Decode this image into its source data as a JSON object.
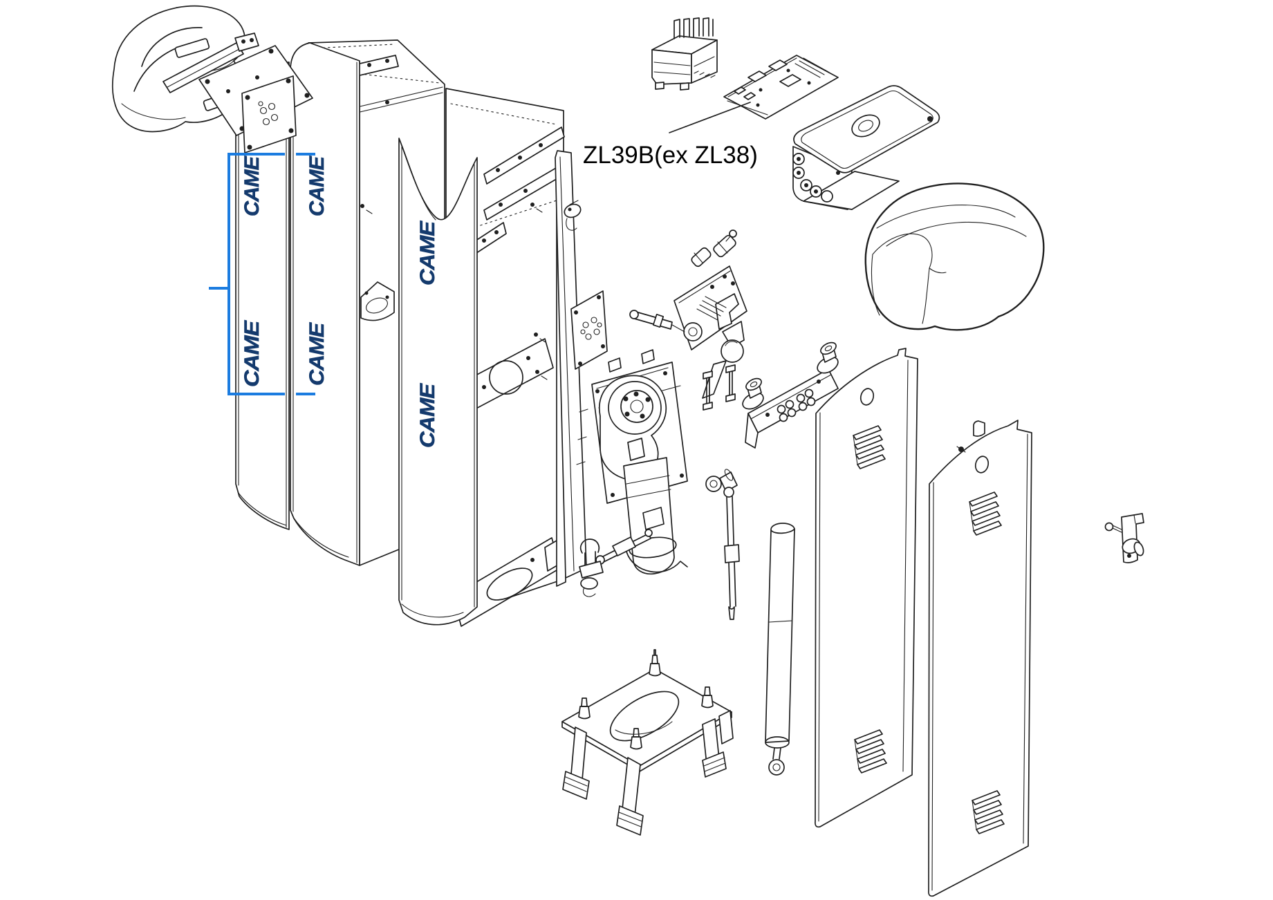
{
  "page": {
    "background": "#ffffff"
  },
  "diagram": {
    "label": "ZL39B(ex ZL38)",
    "brand": "CAME"
  },
  "colors": {
    "line": "#1f1f1f",
    "accent": "#1b7ce0",
    "logo": "#143a6d",
    "label": "#000000",
    "bg": "#ffffff"
  },
  "parts": [
    "top-cover-assembly",
    "top-bracket-plate",
    "flange-plate",
    "cabinet-post-left",
    "cabinet-post-middle",
    "cabinet-post-main",
    "inner-door-panel",
    "door-latch-small",
    "access-plate",
    "size-reference-bracket",
    "transformer",
    "control-board",
    "control-board-label",
    "control-box",
    "dome-cover",
    "lock-cylinder-parts",
    "release-plate",
    "release-rod",
    "ball-release-lever",
    "roller-crank-bar",
    "motor-gear-unit",
    "motor-clamp-parts",
    "tie-rod",
    "balance-spring",
    "foundation-base-plate",
    "front-door-panel",
    "rear-door-panel",
    "right-door-latch"
  ]
}
